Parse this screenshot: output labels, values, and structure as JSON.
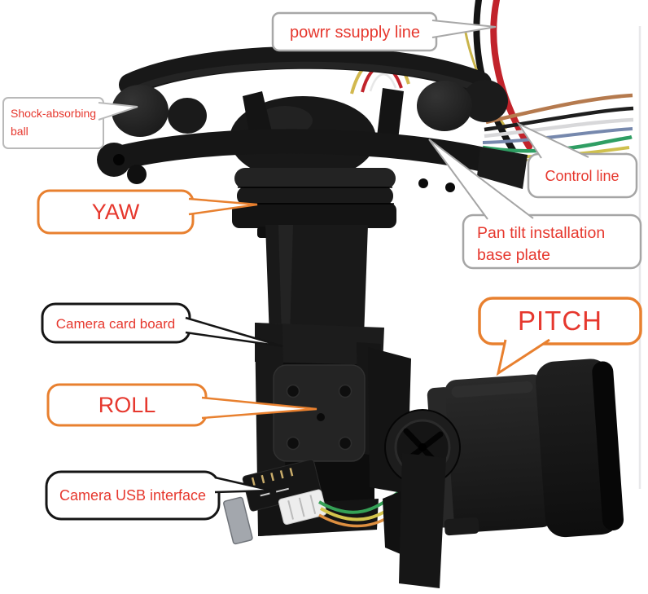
{
  "figure": {
    "type": "annotated product diagram",
    "subject": "3-axis drone camera gimbal"
  },
  "colors": {
    "label_text": "#e6382e",
    "orange": "#e8802f",
    "gray": "#a8a8a8",
    "light_gray": "#b9b9b9",
    "black": "#151515",
    "background": "#ffffff",
    "wire_red": "#c1232b",
    "wire_green": "#2f9e63",
    "wire_yellow": "#cfc04e",
    "wire_brown": "#b57a4e",
    "wire_blue": "#7688ad",
    "wire_orange": "#dd8f40"
  },
  "callouts": {
    "power_supply": {
      "text": "powrr ssupply line",
      "border_color": "#a8a8a8"
    },
    "shock_ball": {
      "line1": "Shock-absorbing",
      "line2": "ball",
      "border_color": "#b9b9b9"
    },
    "control_line": {
      "text": "Control line",
      "border_color": "#a5a5a5"
    },
    "yaw": {
      "text": "YAW",
      "border_color": "#e8802f"
    },
    "pan_tilt": {
      "line1": "Pan tilt installation",
      "line2": "base plate",
      "border_color": "#a5a5a5"
    },
    "camera_card": {
      "text": "Camera card board",
      "border_color": "#151515"
    },
    "pitch": {
      "text": "PITCH",
      "border_color": "#e8802f"
    },
    "roll": {
      "text": "ROLL",
      "border_color": "#e8802f"
    },
    "camera_usb": {
      "text": "Camera USB interface",
      "border_color": "#151515"
    }
  }
}
